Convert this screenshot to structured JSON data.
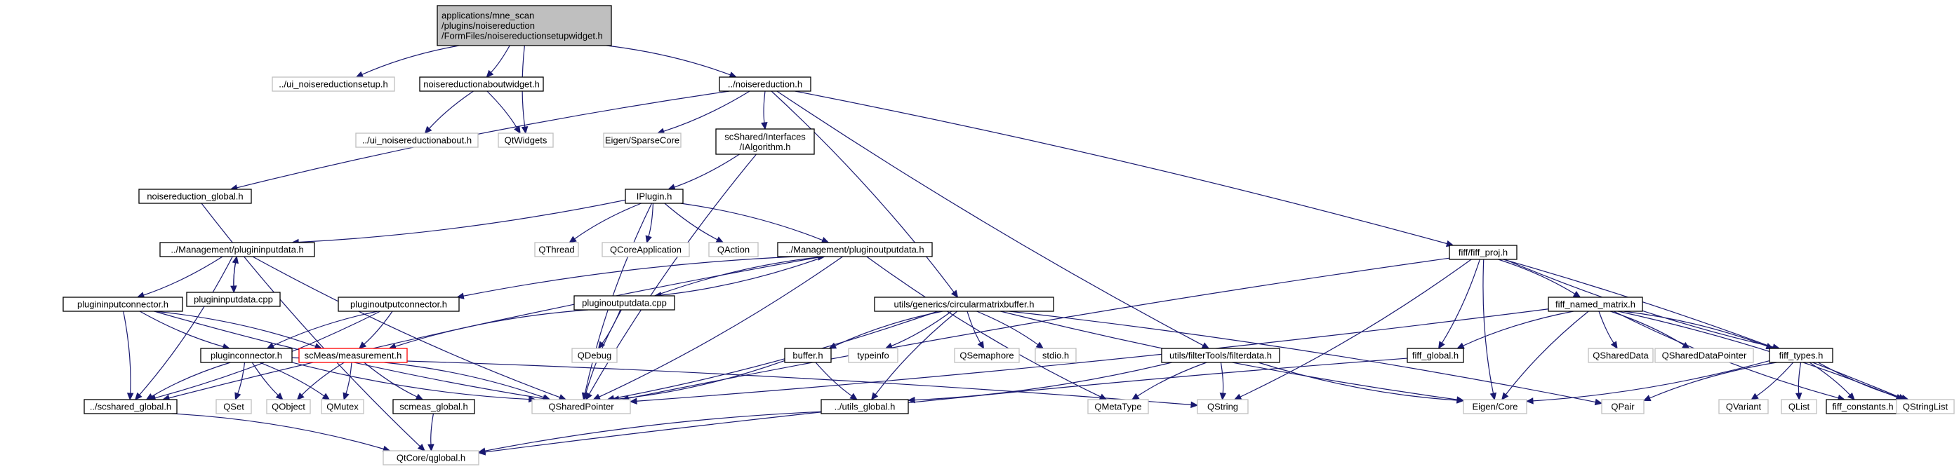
{
  "diagram": {
    "nodes": [
      {
        "id": "root",
        "lines": [
          "applications/mne_scan",
          "/plugins/noisereduction",
          "/FormFiles/noisereductionsetupwidget.h"
        ],
        "style": "root"
      },
      {
        "id": "ui_setup",
        "lines": [
          "../ui_noisereductionsetup.h"
        ],
        "style": "external"
      },
      {
        "id": "aboutwidget",
        "lines": [
          "noisereductionaboutwidget.h"
        ],
        "style": "normal"
      },
      {
        "id": "qtwidgets",
        "lines": [
          "QtWidgets"
        ],
        "style": "external"
      },
      {
        "id": "noisereduction",
        "lines": [
          "../noisereduction.h"
        ],
        "style": "normal"
      },
      {
        "id": "ui_about",
        "lines": [
          "../ui_noisereductionabout.h"
        ],
        "style": "external"
      },
      {
        "id": "nr_global",
        "lines": [
          "noisereduction_global.h"
        ],
        "style": "normal"
      },
      {
        "id": "eigen_sparse",
        "lines": [
          "Eigen/SparseCore"
        ],
        "style": "external"
      },
      {
        "id": "ialgorithm",
        "lines": [
          "scShared/Interfaces",
          "/IAlgorithm.h"
        ],
        "style": "normal"
      },
      {
        "id": "iplugin",
        "lines": [
          "IPlugin.h"
        ],
        "style": "normal"
      },
      {
        "id": "plugininputdata",
        "lines": [
          "../Management/plugininputdata.h"
        ],
        "style": "normal"
      },
      {
        "id": "qthread",
        "lines": [
          "QThread"
        ],
        "style": "external"
      },
      {
        "id": "qcoreapp",
        "lines": [
          "QCoreApplication"
        ],
        "style": "external"
      },
      {
        "id": "qaction",
        "lines": [
          "QAction"
        ],
        "style": "external"
      },
      {
        "id": "pluginoutputdata",
        "lines": [
          "../Management/pluginoutputdata.h"
        ],
        "style": "normal"
      },
      {
        "id": "plugininputdata_cpp",
        "lines": [
          "plugininputdata.cpp"
        ],
        "style": "normal"
      },
      {
        "id": "plugininputconnector",
        "lines": [
          "plugininputconnector.h"
        ],
        "style": "normal"
      },
      {
        "id": "pluginoutputconnector",
        "lines": [
          "pluginoutputconnector.h"
        ],
        "style": "normal"
      },
      {
        "id": "pluginoutputdata_cpp",
        "lines": [
          "pluginoutputdata.cpp"
        ],
        "style": "normal"
      },
      {
        "id": "circbuffer",
        "lines": [
          "utils/generics/circularmatrixbuffer.h"
        ],
        "style": "normal"
      },
      {
        "id": "fiff_proj",
        "lines": [
          "fiff/fiff_proj.h"
        ],
        "style": "normal"
      },
      {
        "id": "fiff_named",
        "lines": [
          "fiff_named_matrix.h"
        ],
        "style": "normal"
      },
      {
        "id": "pluginconnector",
        "lines": [
          "pluginconnector.h"
        ],
        "style": "normal"
      },
      {
        "id": "measurement",
        "lines": [
          "scMeas/measurement.h"
        ],
        "style": "highlight"
      },
      {
        "id": "qdebug",
        "lines": [
          "QDebug"
        ],
        "style": "external"
      },
      {
        "id": "buffer",
        "lines": [
          "buffer.h"
        ],
        "style": "normal"
      },
      {
        "id": "typeinfo",
        "lines": [
          "typeinfo"
        ],
        "style": "external"
      },
      {
        "id": "qsemaphore",
        "lines": [
          "QSemaphore"
        ],
        "style": "external"
      },
      {
        "id": "stdio",
        "lines": [
          "stdio.h"
        ],
        "style": "external"
      },
      {
        "id": "filterdata",
        "lines": [
          "utils/filterTools/filterdata.h"
        ],
        "style": "normal"
      },
      {
        "id": "fiff_global",
        "lines": [
          "fiff_global.h"
        ],
        "style": "normal"
      },
      {
        "id": "qshareddata",
        "lines": [
          "QSharedData"
        ],
        "style": "external"
      },
      {
        "id": "qshareddataptr",
        "lines": [
          "QSharedDataPointer"
        ],
        "style": "external"
      },
      {
        "id": "fiff_types",
        "lines": [
          "fiff_types.h"
        ],
        "style": "normal"
      },
      {
        "id": "scshared_global",
        "lines": [
          "../scshared_global.h"
        ],
        "style": "normal"
      },
      {
        "id": "qset",
        "lines": [
          "QSet"
        ],
        "style": "external"
      },
      {
        "id": "qobject",
        "lines": [
          "QObject"
        ],
        "style": "external"
      },
      {
        "id": "qmutex",
        "lines": [
          "QMutex"
        ],
        "style": "external"
      },
      {
        "id": "scmeas_global",
        "lines": [
          "scmeas_global.h"
        ],
        "style": "normal"
      },
      {
        "id": "qsharedpointer",
        "lines": [
          "QSharedPointer"
        ],
        "style": "external"
      },
      {
        "id": "utils_global",
        "lines": [
          "../utils_global.h"
        ],
        "style": "normal"
      },
      {
        "id": "qmetatype",
        "lines": [
          "QMetaType"
        ],
        "style": "external"
      },
      {
        "id": "qstring",
        "lines": [
          "QString"
        ],
        "style": "external"
      },
      {
        "id": "eigen_core",
        "lines": [
          "Eigen/Core"
        ],
        "style": "external"
      },
      {
        "id": "qpair",
        "lines": [
          "QPair"
        ],
        "style": "external"
      },
      {
        "id": "qvariant",
        "lines": [
          "QVariant"
        ],
        "style": "external"
      },
      {
        "id": "qlist",
        "lines": [
          "QList"
        ],
        "style": "external"
      },
      {
        "id": "fiff_constants",
        "lines": [
          "fiff_constants.h"
        ],
        "style": "normal"
      },
      {
        "id": "qstringlist",
        "lines": [
          "QStringList"
        ],
        "style": "external"
      },
      {
        "id": "qglobal",
        "lines": [
          "QtCore/qglobal.h"
        ],
        "style": "external"
      }
    ],
    "edges": [
      [
        "root",
        "ui_setup"
      ],
      [
        "root",
        "aboutwidget"
      ],
      [
        "root",
        "qtwidgets"
      ],
      [
        "root",
        "noisereduction"
      ],
      [
        "aboutwidget",
        "ui_about"
      ],
      [
        "aboutwidget",
        "qtwidgets"
      ],
      [
        "noisereduction",
        "nr_global"
      ],
      [
        "noisereduction",
        "eigen_sparse"
      ],
      [
        "noisereduction",
        "ialgorithm"
      ],
      [
        "noisereduction",
        "circbuffer"
      ],
      [
        "noisereduction",
        "filterdata"
      ],
      [
        "noisereduction",
        "fiff_proj"
      ],
      [
        "nr_global",
        "qglobal"
      ],
      [
        "ialgorithm",
        "iplugin"
      ],
      [
        "ialgorithm",
        "qsharedpointer"
      ],
      [
        "iplugin",
        "plugininputdata"
      ],
      [
        "iplugin",
        "qthread"
      ],
      [
        "iplugin",
        "qcoreapp"
      ],
      [
        "iplugin",
        "qaction"
      ],
      [
        "iplugin",
        "pluginoutputdata"
      ],
      [
        "iplugin",
        "qsharedpointer"
      ],
      [
        "plugininputdata",
        "plugininputconnector"
      ],
      [
        "plugininputdata",
        "plugininputdata_cpp"
      ],
      [
        "plugininputdata",
        "scshared_global"
      ],
      [
        "plugininputdata",
        "qsharedpointer"
      ],
      [
        "plugininputdata_cpp",
        "plugininputdata"
      ],
      [
        "pluginoutputdata",
        "pluginoutputconnector"
      ],
      [
        "pluginoutputdata",
        "pluginoutputdata_cpp"
      ],
      [
        "pluginoutputdata",
        "scshared_global"
      ],
      [
        "pluginoutputdata",
        "qsharedpointer"
      ],
      [
        "pluginoutputdata",
        "qmetatype"
      ],
      [
        "pluginoutputdata_cpp",
        "pluginoutputdata"
      ],
      [
        "pluginoutputdata_cpp",
        "measurement"
      ],
      [
        "pluginoutputdata_cpp",
        "qdebug"
      ],
      [
        "pluginoutputdata_cpp",
        "qsharedpointer"
      ],
      [
        "plugininputconnector",
        "scshared_global"
      ],
      [
        "plugininputconnector",
        "pluginconnector"
      ],
      [
        "plugininputconnector",
        "measurement"
      ],
      [
        "plugininputconnector",
        "qsharedpointer"
      ],
      [
        "pluginoutputconnector",
        "scshared_global"
      ],
      [
        "pluginoutputconnector",
        "pluginconnector"
      ],
      [
        "pluginoutputconnector",
        "measurement"
      ],
      [
        "pluginconnector",
        "scshared_global"
      ],
      [
        "pluginconnector",
        "qset"
      ],
      [
        "pluginconnector",
        "qobject"
      ],
      [
        "pluginconnector",
        "qmutex"
      ],
      [
        "pluginconnector",
        "qsharedpointer"
      ],
      [
        "pluginconnector",
        "qstring"
      ],
      [
        "measurement",
        "qobject"
      ],
      [
        "measurement",
        "qmutex"
      ],
      [
        "measurement",
        "scmeas_global"
      ],
      [
        "measurement",
        "qsharedpointer"
      ],
      [
        "scmeas_global",
        "qglobal"
      ],
      [
        "scshared_global",
        "qglobal"
      ],
      [
        "circbuffer",
        "buffer"
      ],
      [
        "circbuffer",
        "typeinfo"
      ],
      [
        "circbuffer",
        "qsemaphore"
      ],
      [
        "circbuffer",
        "stdio"
      ],
      [
        "circbuffer",
        "utils_global"
      ],
      [
        "circbuffer",
        "qsharedpointer"
      ],
      [
        "circbuffer",
        "eigen_core"
      ],
      [
        "circbuffer",
        "qpair"
      ],
      [
        "buffer",
        "utils_global"
      ],
      [
        "buffer",
        "qsharedpointer"
      ],
      [
        "utils_global",
        "qglobal"
      ],
      [
        "filterdata",
        "utils_global"
      ],
      [
        "filterdata",
        "qmetatype"
      ],
      [
        "filterdata",
        "qstring"
      ],
      [
        "filterdata",
        "eigen_core"
      ],
      [
        "fiff_proj",
        "fiff_global"
      ],
      [
        "fiff_proj",
        "fiff_types"
      ],
      [
        "fiff_proj",
        "fiff_named"
      ],
      [
        "fiff_proj",
        "eigen_core"
      ],
      [
        "fiff_proj",
        "qstring"
      ],
      [
        "fiff_proj",
        "qsharedpointer"
      ],
      [
        "fiff_proj",
        "qstringlist"
      ],
      [
        "fiff_named",
        "fiff_global"
      ],
      [
        "fiff_named",
        "fiff_types"
      ],
      [
        "fiff_named",
        "qshareddata"
      ],
      [
        "fiff_named",
        "qshareddataptr"
      ],
      [
        "fiff_named",
        "eigen_core"
      ],
      [
        "fiff_named",
        "qsharedpointer"
      ],
      [
        "fiff_named",
        "fiff_constants"
      ],
      [
        "fiff_named",
        "qstringlist"
      ],
      [
        "fiff_global",
        "qglobal"
      ],
      [
        "fiff_types",
        "eigen_core"
      ],
      [
        "fiff_types",
        "qpair"
      ],
      [
        "fiff_types",
        "qvariant"
      ],
      [
        "fiff_types",
        "qlist"
      ],
      [
        "fiff_types",
        "fiff_constants"
      ],
      [
        "fiff_types",
        "qstringlist"
      ]
    ],
    "colors": {
      "edge": "#191970",
      "normal_border": "#000000",
      "external_border": "#bfbfbf",
      "highlight_border": "#ff0000",
      "root_fill": "#bfbfbf"
    }
  }
}
